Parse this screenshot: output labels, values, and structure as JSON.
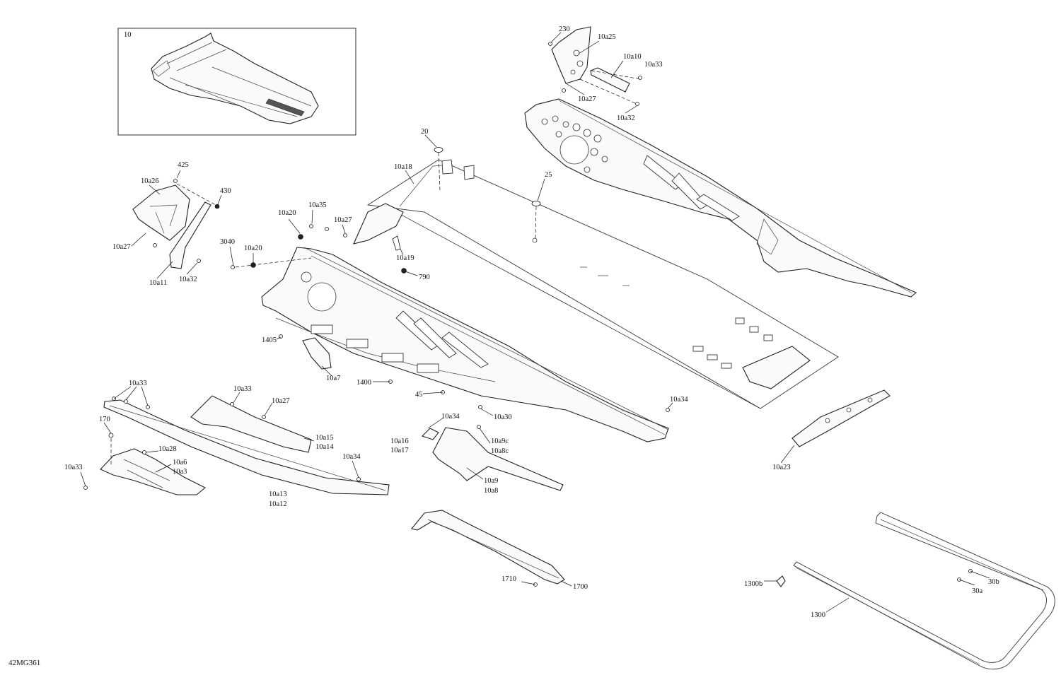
{
  "drawing_code": "42MG361",
  "labels": [
    {
      "id": "l10",
      "text": "10"
    },
    {
      "id": "l230",
      "text": "230"
    },
    {
      "id": "l10a25",
      "text": "10a25"
    },
    {
      "id": "l10a10",
      "text": "10a10"
    },
    {
      "id": "l10a33_top",
      "text": "10a33"
    },
    {
      "id": "l10a27_top",
      "text": "10a27"
    },
    {
      "id": "l10a32_top",
      "text": "10a32"
    },
    {
      "id": "l20",
      "text": "20"
    },
    {
      "id": "l10a18",
      "text": "10a18"
    },
    {
      "id": "l25",
      "text": "25"
    },
    {
      "id": "l425",
      "text": "425"
    },
    {
      "id": "l10a26",
      "text": "10a26"
    },
    {
      "id": "l430",
      "text": "430"
    },
    {
      "id": "l10a27_left",
      "text": "10a27"
    },
    {
      "id": "l10a11",
      "text": "10a11"
    },
    {
      "id": "l10a32_left",
      "text": "10a32"
    },
    {
      "id": "l10a20_a",
      "text": "10a20"
    },
    {
      "id": "l10a35",
      "text": "10a35"
    },
    {
      "id": "l10a27_mid",
      "text": "10a27"
    },
    {
      "id": "l3040",
      "text": "3040"
    },
    {
      "id": "l10a20_b",
      "text": "10a20"
    },
    {
      "id": "l10a19",
      "text": "10a19"
    },
    {
      "id": "l790",
      "text": "790"
    },
    {
      "id": "l1405",
      "text": "1405"
    },
    {
      "id": "l10a7",
      "text": "10a7"
    },
    {
      "id": "l1400",
      "text": "1400"
    },
    {
      "id": "l45",
      "text": "45"
    },
    {
      "id": "l10a30",
      "text": "10a30"
    },
    {
      "id": "l10a34_r",
      "text": "10a34"
    },
    {
      "id": "l10a23",
      "text": "10a23"
    },
    {
      "id": "l10a33_bl",
      "text": "10a33"
    },
    {
      "id": "l10a33_bm",
      "text": "10a33"
    },
    {
      "id": "l10a27_bm",
      "text": "10a27"
    },
    {
      "id": "l170",
      "text": "170"
    },
    {
      "id": "l10a15",
      "text": "10a15"
    },
    {
      "id": "l10a14",
      "text": "10a14"
    },
    {
      "id": "l10a28",
      "text": "10a28"
    },
    {
      "id": "l10a6",
      "text": "10a6"
    },
    {
      "id": "l10a3",
      "text": "10a3"
    },
    {
      "id": "l10a33_fl",
      "text": "10a33"
    },
    {
      "id": "l10a34_m",
      "text": "10a34"
    },
    {
      "id": "l10a13",
      "text": "10a13"
    },
    {
      "id": "l10a12",
      "text": "10a12"
    },
    {
      "id": "l10a34_c",
      "text": "10a34"
    },
    {
      "id": "l10a16",
      "text": "10a16"
    },
    {
      "id": "l10a17",
      "text": "10a17"
    },
    {
      "id": "l10a9c",
      "text": "10a9c"
    },
    {
      "id": "l10a8c",
      "text": "10a8c"
    },
    {
      "id": "l10a9",
      "text": "10a9"
    },
    {
      "id": "l10a8",
      "text": "10a8"
    },
    {
      "id": "l1710",
      "text": "1710"
    },
    {
      "id": "l1700",
      "text": "1700"
    },
    {
      "id": "l1300b",
      "text": "1300b"
    },
    {
      "id": "l30b",
      "text": "30b"
    },
    {
      "id": "l30a",
      "text": "30a"
    },
    {
      "id": "l1300",
      "text": "1300"
    }
  ]
}
